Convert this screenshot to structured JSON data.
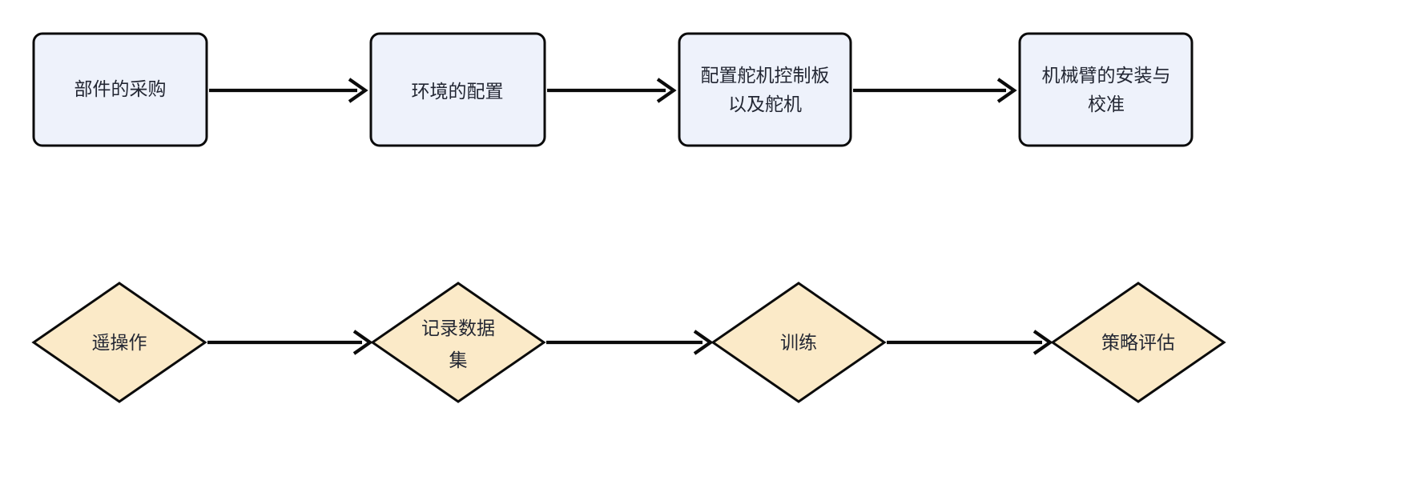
{
  "diagram": {
    "type": "flowchart",
    "orientation": "left-to-right",
    "background_color": "#ffffff",
    "rows": [
      {
        "row_name": "hardware-setup-row",
        "shape": "rounded-rectangle",
        "fill_color": "#eef2fb",
        "stroke_color": "#0b0b0b",
        "nodes": [
          {
            "id": "node-parts-procurement",
            "label_lines": [
              "部件的采购"
            ],
            "label": "部件的采购"
          },
          {
            "id": "node-environment-config",
            "label_lines": [
              "环境的配置"
            ],
            "label": "环境的配置"
          },
          {
            "id": "node-servo-board-config",
            "label_lines": [
              "配置舵机控制板",
              "以及舵机"
            ],
            "label": "配置舵机控制板以及舵机"
          },
          {
            "id": "node-arm-install-calibrate",
            "label_lines": [
              "机械臂的安装与",
              "校准"
            ],
            "label": "机械臂的安装与校准"
          }
        ],
        "edges": [
          {
            "id": "edge-parts-to-env",
            "from": "node-parts-procurement",
            "to": "node-environment-config",
            "label": ""
          },
          {
            "id": "edge-env-to-servo",
            "from": "node-environment-config",
            "to": "node-servo-board-config",
            "label": ""
          },
          {
            "id": "edge-servo-to-arm",
            "from": "node-servo-board-config",
            "to": "node-arm-install-calibrate",
            "label": ""
          }
        ]
      },
      {
        "row_name": "policy-pipeline-row",
        "shape": "diamond",
        "fill_color": "#fbeac8",
        "stroke_color": "#0b0b0b",
        "nodes": [
          {
            "id": "node-teleoperation",
            "label_lines": [
              "遥操作"
            ],
            "label": "遥操作"
          },
          {
            "id": "node-record-dataset",
            "label_lines": [
              "记录数据",
              "集"
            ],
            "label": "记录数据集"
          },
          {
            "id": "node-training",
            "label_lines": [
              "训练"
            ],
            "label": "训练"
          },
          {
            "id": "node-policy-evaluation",
            "label_lines": [
              "策略评估"
            ],
            "label": "策略评估"
          }
        ],
        "edges": [
          {
            "id": "edge-teleop-to-record",
            "from": "node-teleoperation",
            "to": "node-record-dataset",
            "label": ""
          },
          {
            "id": "edge-record-to-training",
            "from": "node-record-dataset",
            "to": "node-training",
            "label": ""
          },
          {
            "id": "edge-training-to-eval",
            "from": "node-training",
            "to": "node-policy-evaluation",
            "label": ""
          }
        ]
      }
    ]
  }
}
